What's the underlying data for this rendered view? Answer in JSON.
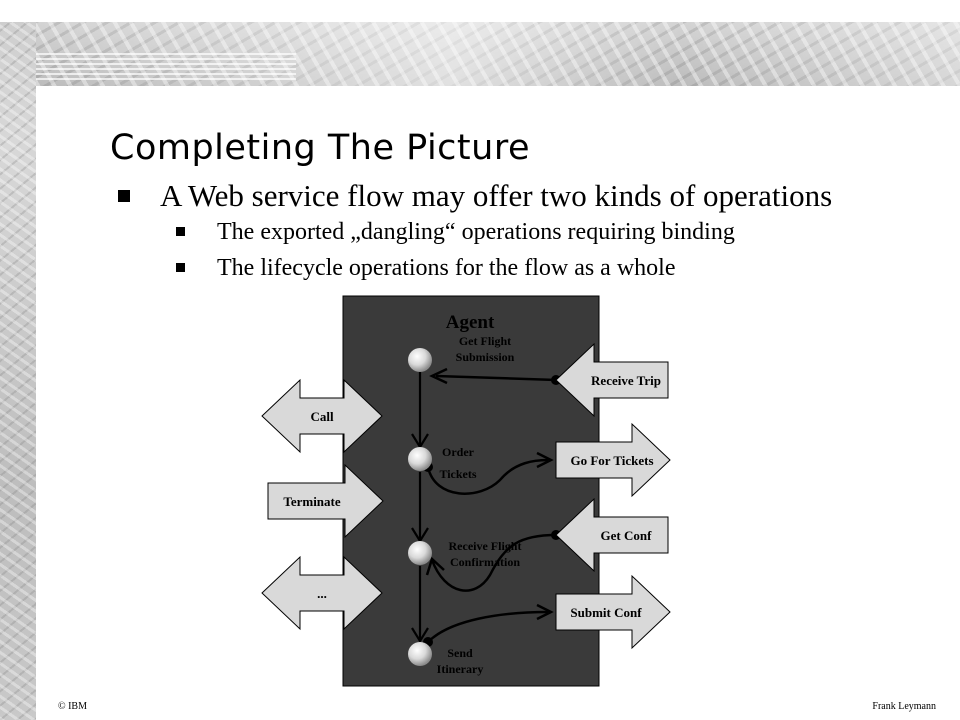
{
  "slide": {
    "title": "Completing The Picture",
    "bullets": {
      "main": "A Web service flow may offer two kinds of operations",
      "sub": [
        "The exported „dangling“ operations requiring binding",
        "The lifecycle operations for the flow as a whole"
      ]
    }
  },
  "diagram": {
    "box_label": "Agent",
    "activities": [
      {
        "line1": "Get Flight",
        "line2": "Submission"
      },
      {
        "line1": "Order",
        "line2": "Tickets"
      },
      {
        "line1": "Receive Flight",
        "line2": "Confirmation"
      },
      {
        "line1": "Send",
        "line2": "Itinerary"
      }
    ],
    "lifecycle_ops": [
      "Call",
      "Terminate",
      "..."
    ],
    "exported_ops": [
      "Receive Trip",
      "Go For Tickets",
      "Get Conf",
      "Submit Conf"
    ]
  },
  "footer": {
    "left": "© IBM",
    "right": "Frank Leymann"
  },
  "colors": {
    "agent_box": "#3a3a3a",
    "arrow_fill": "#d9d9d9",
    "node": "#e8e8e8"
  }
}
